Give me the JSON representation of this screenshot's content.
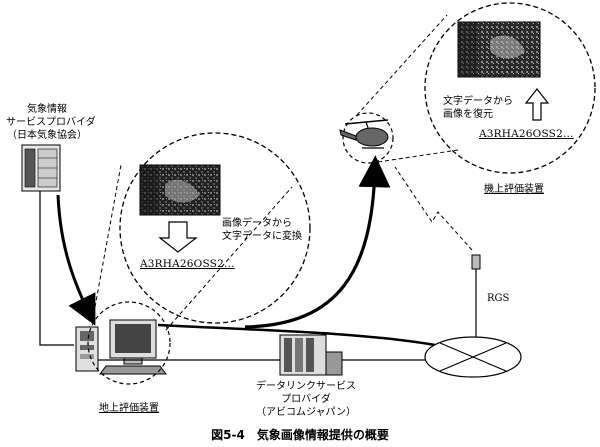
{
  "provider": {
    "line1": "気象情報",
    "line2": "サービスプロバイダ",
    "line3": "（日本気象協会）"
  },
  "ground": {
    "bubble_line1": "画像データから",
    "bubble_line2": "文字データに変換",
    "code": "A3RHA26OSS2…",
    "label": "地上評価装置"
  },
  "airborne": {
    "bubble_line1": "文字データから",
    "bubble_line2": "画像を復元",
    "code": "A3RHA26OSS2…",
    "label": "機上評価装置"
  },
  "rgs_label": "RGS",
  "datalink": {
    "line1": "データリンクサービス",
    "line2": "プロバイダ",
    "line3": "（アビコムジャパン）"
  },
  "caption": "図5-4　気象画像情報提供の概要"
}
